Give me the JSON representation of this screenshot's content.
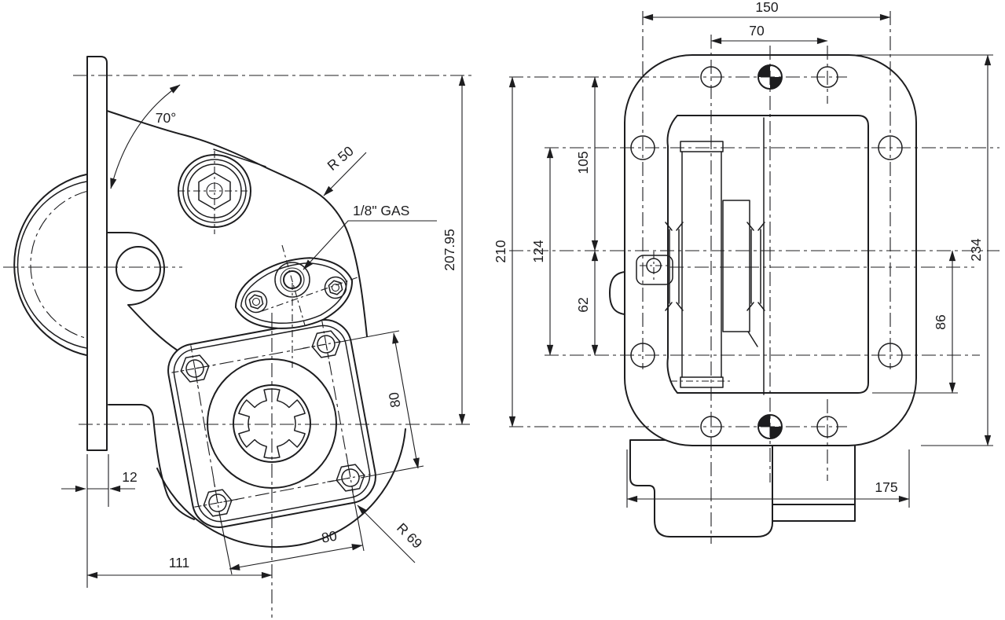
{
  "style": {
    "line_color": "#1d1d1f",
    "background": "#ffffff"
  },
  "dims": {
    "side": {
      "angle": "70°",
      "top_radius": "R  50",
      "gas_port": "1/8\" GAS",
      "mount_height": "207.95",
      "bolt_pitch_v": "80",
      "bolt_pitch_h": "80",
      "plate_thickness": "12",
      "center_offset": "111",
      "bottom_radius": "R  69"
    },
    "rear": {
      "hole_span": "150",
      "top_hole_pitch": "70",
      "hole_rows_span": "210",
      "center_to_top_holes": "105",
      "corner_hole_span": "124",
      "center_to_lower_holes": "62",
      "overall_height": "234",
      "center_to_face_bottom": "86",
      "body_depth": "175"
    }
  }
}
